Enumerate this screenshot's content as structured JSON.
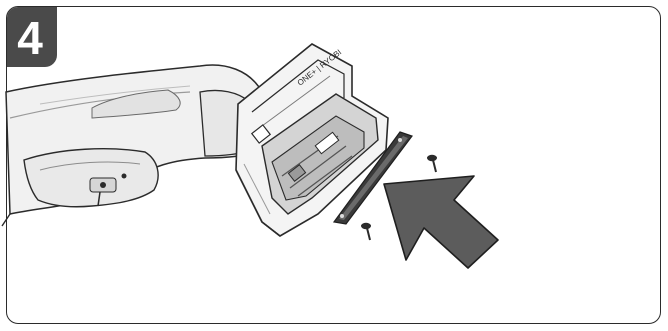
{
  "step": {
    "number": "4"
  },
  "illustration": {
    "brand_text": "ONE+ | RYOBI",
    "colors": {
      "badge": "#4a4a4a",
      "outline": "#2b2b2b",
      "tool_body": "#f1f1f1",
      "tool_shadow": "#cfcfcf",
      "plate": "#3a3a3a",
      "arrow": "#5c5c5c"
    },
    "icons": [
      "tool-body",
      "battery-port",
      "cover-plate",
      "screw",
      "insert-arrow"
    ]
  }
}
